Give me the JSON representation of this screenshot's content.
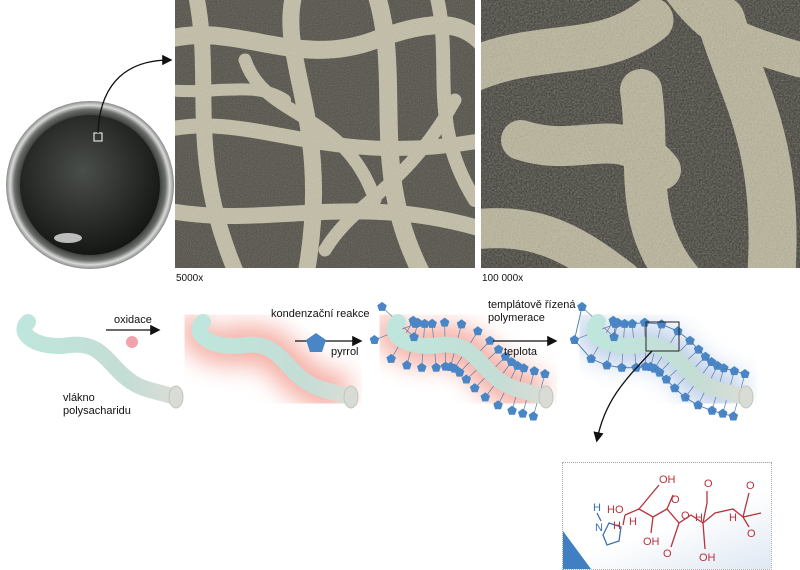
{
  "images": {
    "sem_low": {
      "magnification": "5000x"
    },
    "sem_high": {
      "magnification": "100 000x"
    }
  },
  "steps": {
    "fiber_label": "vlákno\npolysacharidu",
    "fiber_label_line1": "vlákno",
    "fiber_label_line2": "polysacharidu",
    "oxidation": "oxidace",
    "condensation": "kondenzační reakce",
    "pyrrole": "pyrrol",
    "polymerization_line1": "templátově řízená",
    "polymerization_line2": "polymerace",
    "temperature": "teplota"
  },
  "structure": {
    "labels": [
      "OH",
      "HO",
      "H",
      "OH",
      "O",
      "H",
      "O",
      "O",
      "H",
      "O",
      "OH",
      "H",
      "O",
      "O",
      "N",
      "H"
    ]
  },
  "colors": {
    "fiber": "#bfe3da",
    "glow_red": "#f4a79c",
    "glow_blue": "#b7cbe6",
    "pyrrole": "#4a86c5",
    "chem_red": "#b8323a",
    "chem_blue": "#3d6fb0",
    "sem": "#b5b09a"
  }
}
